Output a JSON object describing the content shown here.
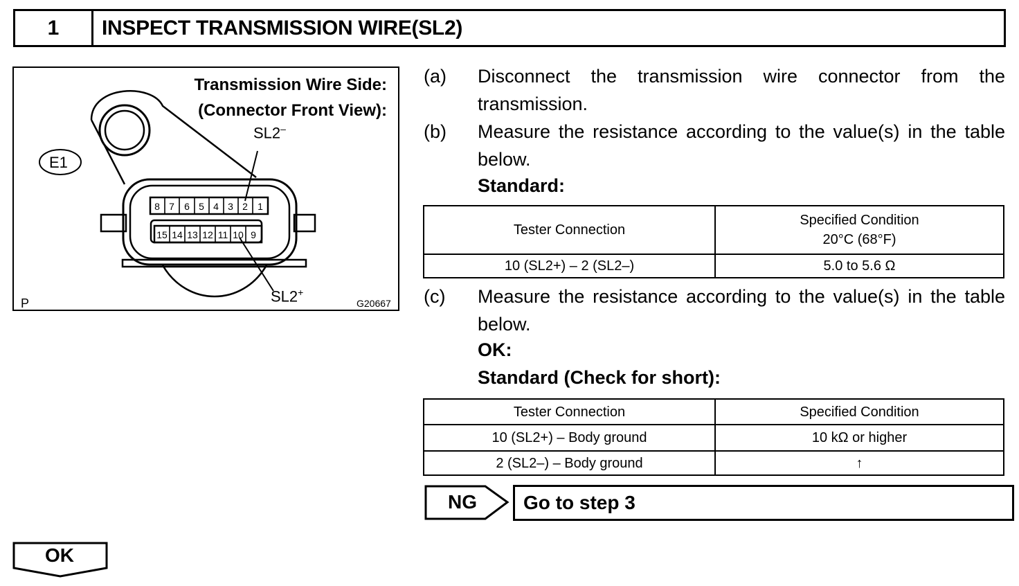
{
  "step": {
    "number": "1",
    "title": "INSPECT TRANSMISSION WIRE(SL2)"
  },
  "figure": {
    "title_line1": "Transmission Wire Side:",
    "title_line2": "(Connector Front View):",
    "label_sl2_minus": "SL2",
    "label_sl2_minus_sup": "–",
    "label_sl2_plus": "SL2",
    "label_sl2_plus_sup": "+",
    "connector_id": "E1",
    "corner_letter": "P",
    "figure_code": "G20667",
    "pins_top": [
      "8",
      "7",
      "6",
      "5",
      "4",
      "3",
      "2",
      "1"
    ],
    "pins_bottom": [
      "15",
      "14",
      "13",
      "12",
      "11",
      "10",
      "9"
    ]
  },
  "instructions": {
    "a_mark": "(a)",
    "a_text": "Disconnect the transmission wire connector from the transmission.",
    "b_mark": "(b)",
    "b_text": "Measure the resistance according to the value(s) in the table below.",
    "b_standard": "Standard:",
    "c_mark": "(c)",
    "c_text": "Measure the resistance according to the value(s) in the table below.",
    "c_ok": "OK:",
    "c_standard": "Standard (Check for short):"
  },
  "table1": {
    "header_col1": "Tester Connection",
    "header_col2_line1": "Specified Condition",
    "header_col2_line2": "20°C (68°F)",
    "rows": [
      {
        "connection": "10 (SL2+) – 2 (SL2–)",
        "condition": "5.0 to 5.6 Ω"
      }
    ]
  },
  "table2": {
    "header_col1": "Tester Connection",
    "header_col2": "Specified Condition",
    "rows": [
      {
        "connection": "10 (SL2+) – Body ground",
        "condition": "10 kΩ or higher"
      },
      {
        "connection": "2 (SL2–) – Body ground",
        "condition": "↑"
      }
    ]
  },
  "result": {
    "ng_label": "NG",
    "ng_action": "Go to step 3",
    "ok_label": "OK"
  }
}
